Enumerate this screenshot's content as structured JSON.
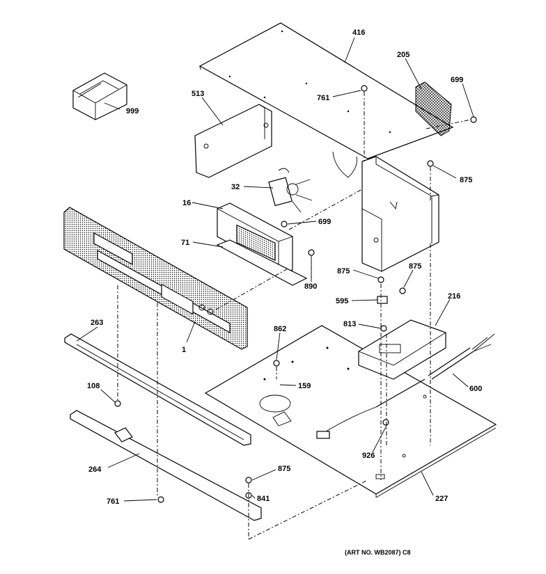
{
  "parts": [
    {
      "id": "p416",
      "label": "416"
    },
    {
      "id": "p205",
      "label": "205"
    },
    {
      "id": "p699a",
      "label": "699"
    },
    {
      "id": "p513",
      "label": "513"
    },
    {
      "id": "p761a",
      "label": "761"
    },
    {
      "id": "p999",
      "label": "999"
    },
    {
      "id": "p875a",
      "label": "875"
    },
    {
      "id": "p32",
      "label": "32"
    },
    {
      "id": "p16",
      "label": "16"
    },
    {
      "id": "p699b",
      "label": "699"
    },
    {
      "id": "p71",
      "label": "71"
    },
    {
      "id": "p890",
      "label": "890"
    },
    {
      "id": "p875b",
      "label": "875"
    },
    {
      "id": "p875c",
      "label": "875"
    },
    {
      "id": "p595",
      "label": "595"
    },
    {
      "id": "p216",
      "label": "216"
    },
    {
      "id": "p263",
      "label": "263"
    },
    {
      "id": "p1",
      "label": "1"
    },
    {
      "id": "p862",
      "label": "862"
    },
    {
      "id": "p813",
      "label": "813"
    },
    {
      "id": "p159",
      "label": "159"
    },
    {
      "id": "p108",
      "label": "108"
    },
    {
      "id": "p600",
      "label": "600"
    },
    {
      "id": "p926",
      "label": "926"
    },
    {
      "id": "p264",
      "label": "264"
    },
    {
      "id": "p875d",
      "label": "875"
    },
    {
      "id": "p227",
      "label": "227"
    },
    {
      "id": "p761b",
      "label": "761"
    },
    {
      "id": "p841",
      "label": "841"
    }
  ],
  "caption": "(ART NO. WB2087) C8"
}
